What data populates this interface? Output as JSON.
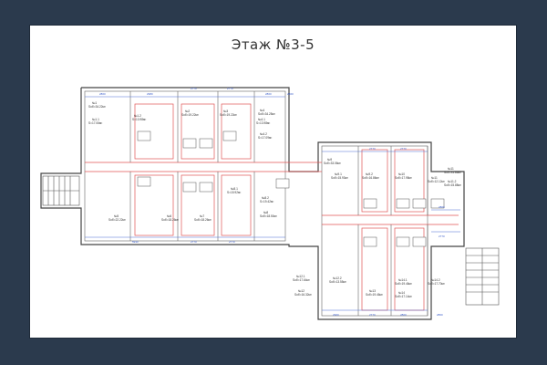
{
  "sheet": {
    "title": "Этаж №3-5"
  },
  "rooms": [
    {
      "num": "№1",
      "area": "Sоб=34.22м²"
    },
    {
      "num": "№1.1",
      "area": "S=17.06м²"
    },
    {
      "num": "№1.2",
      "area": "S=13.98м²"
    },
    {
      "num": "№2",
      "area": "Sоб=19.22м²"
    },
    {
      "num": "№3",
      "area": "Sоб=19.22м²"
    },
    {
      "num": "№4.1",
      "area": "S=13.98м²"
    },
    {
      "num": "№4",
      "area": "Sоб=34.25м²"
    },
    {
      "num": "№4.2",
      "area": "S=17.09м²"
    },
    {
      "num": "№5",
      "area": "Sоб=22.22м²"
    },
    {
      "num": "№6",
      "area": "Sоб=18.26м²"
    },
    {
      "num": "№7",
      "area": "Sоб=18.26м²"
    },
    {
      "num": "№8.1",
      "area": "S=15.92м²"
    },
    {
      "num": "№8.2",
      "area": "S=19.42м²"
    },
    {
      "num": "№8",
      "area": "Sоб=18.50м²"
    },
    {
      "num": "№9",
      "area": "Sоб=33.06м²"
    },
    {
      "num": "№9.1",
      "area": "Sоб=15.93м²"
    },
    {
      "num": "№9.2",
      "area": "Sоб=16.86м²"
    },
    {
      "num": "№10",
      "area": "Sоб=17.98м²"
    },
    {
      "num": "№11",
      "area": "Sоб=12.12м²"
    },
    {
      "num": "№11",
      "area": "Sоб=31.86м²"
    },
    {
      "num": "№11.2",
      "area": "Sоб=15.88м²"
    },
    {
      "num": "№12.1",
      "area": "Sоб=17.64м²"
    },
    {
      "num": "№12.2",
      "area": "Sоб=13.55м²"
    },
    {
      "num": "№12",
      "area": "Sоб=16.32м²"
    },
    {
      "num": "№13",
      "area": "Sоб=19.46м²"
    },
    {
      "num": "№14.1",
      "area": "Sоб=19.46м²"
    },
    {
      "num": "№14.2",
      "area": "Sоб=17.70м²"
    },
    {
      "num": "№14",
      "area": "Sоб=17.14м²"
    }
  ],
  "dimensions": [
    "2860",
    "2980",
    "2770",
    "2770",
    "2860",
    "2860",
    "5930",
    "2770",
    "2770",
    "2770",
    "2770",
    "2770",
    "2860",
    "2860",
    "2770",
    "2960",
    "2860"
  ]
}
